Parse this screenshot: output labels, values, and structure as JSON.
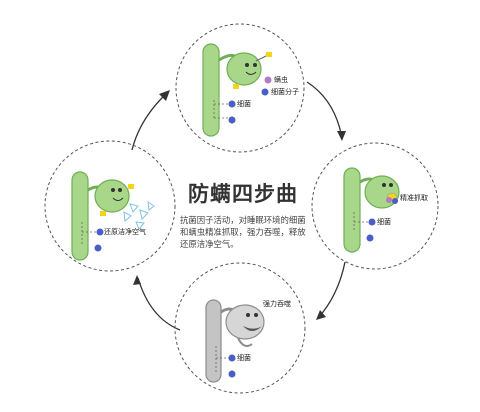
{
  "title": "防螨四步曲",
  "description": [
    "抗菌因子活动，对睡眠环境的细菌",
    "和螨虫精准抓取，强力吞噬，释放",
    "还原洁净空气。"
  ],
  "labels": {
    "top_mite": "螨虫",
    "top_bacteria_molecule": "细菌分子",
    "top_bacteria": "细菌",
    "right_capture": "精准抓取",
    "right_bacteria": "细菌",
    "bottom_devour": "强力吞噬",
    "bottom_bacteria": "细菌",
    "left_release": "还原洁净空气"
  },
  "colors": {
    "green_fill": "#a9d78a",
    "green_stroke": "#6fae55",
    "gray_fill": "#c4c4c4",
    "arrow": "#333333",
    "mite": "#b07cc2",
    "molecule": "#4a5ec8",
    "yellow": "#f3d31c",
    "air": "#7fc3e6"
  }
}
